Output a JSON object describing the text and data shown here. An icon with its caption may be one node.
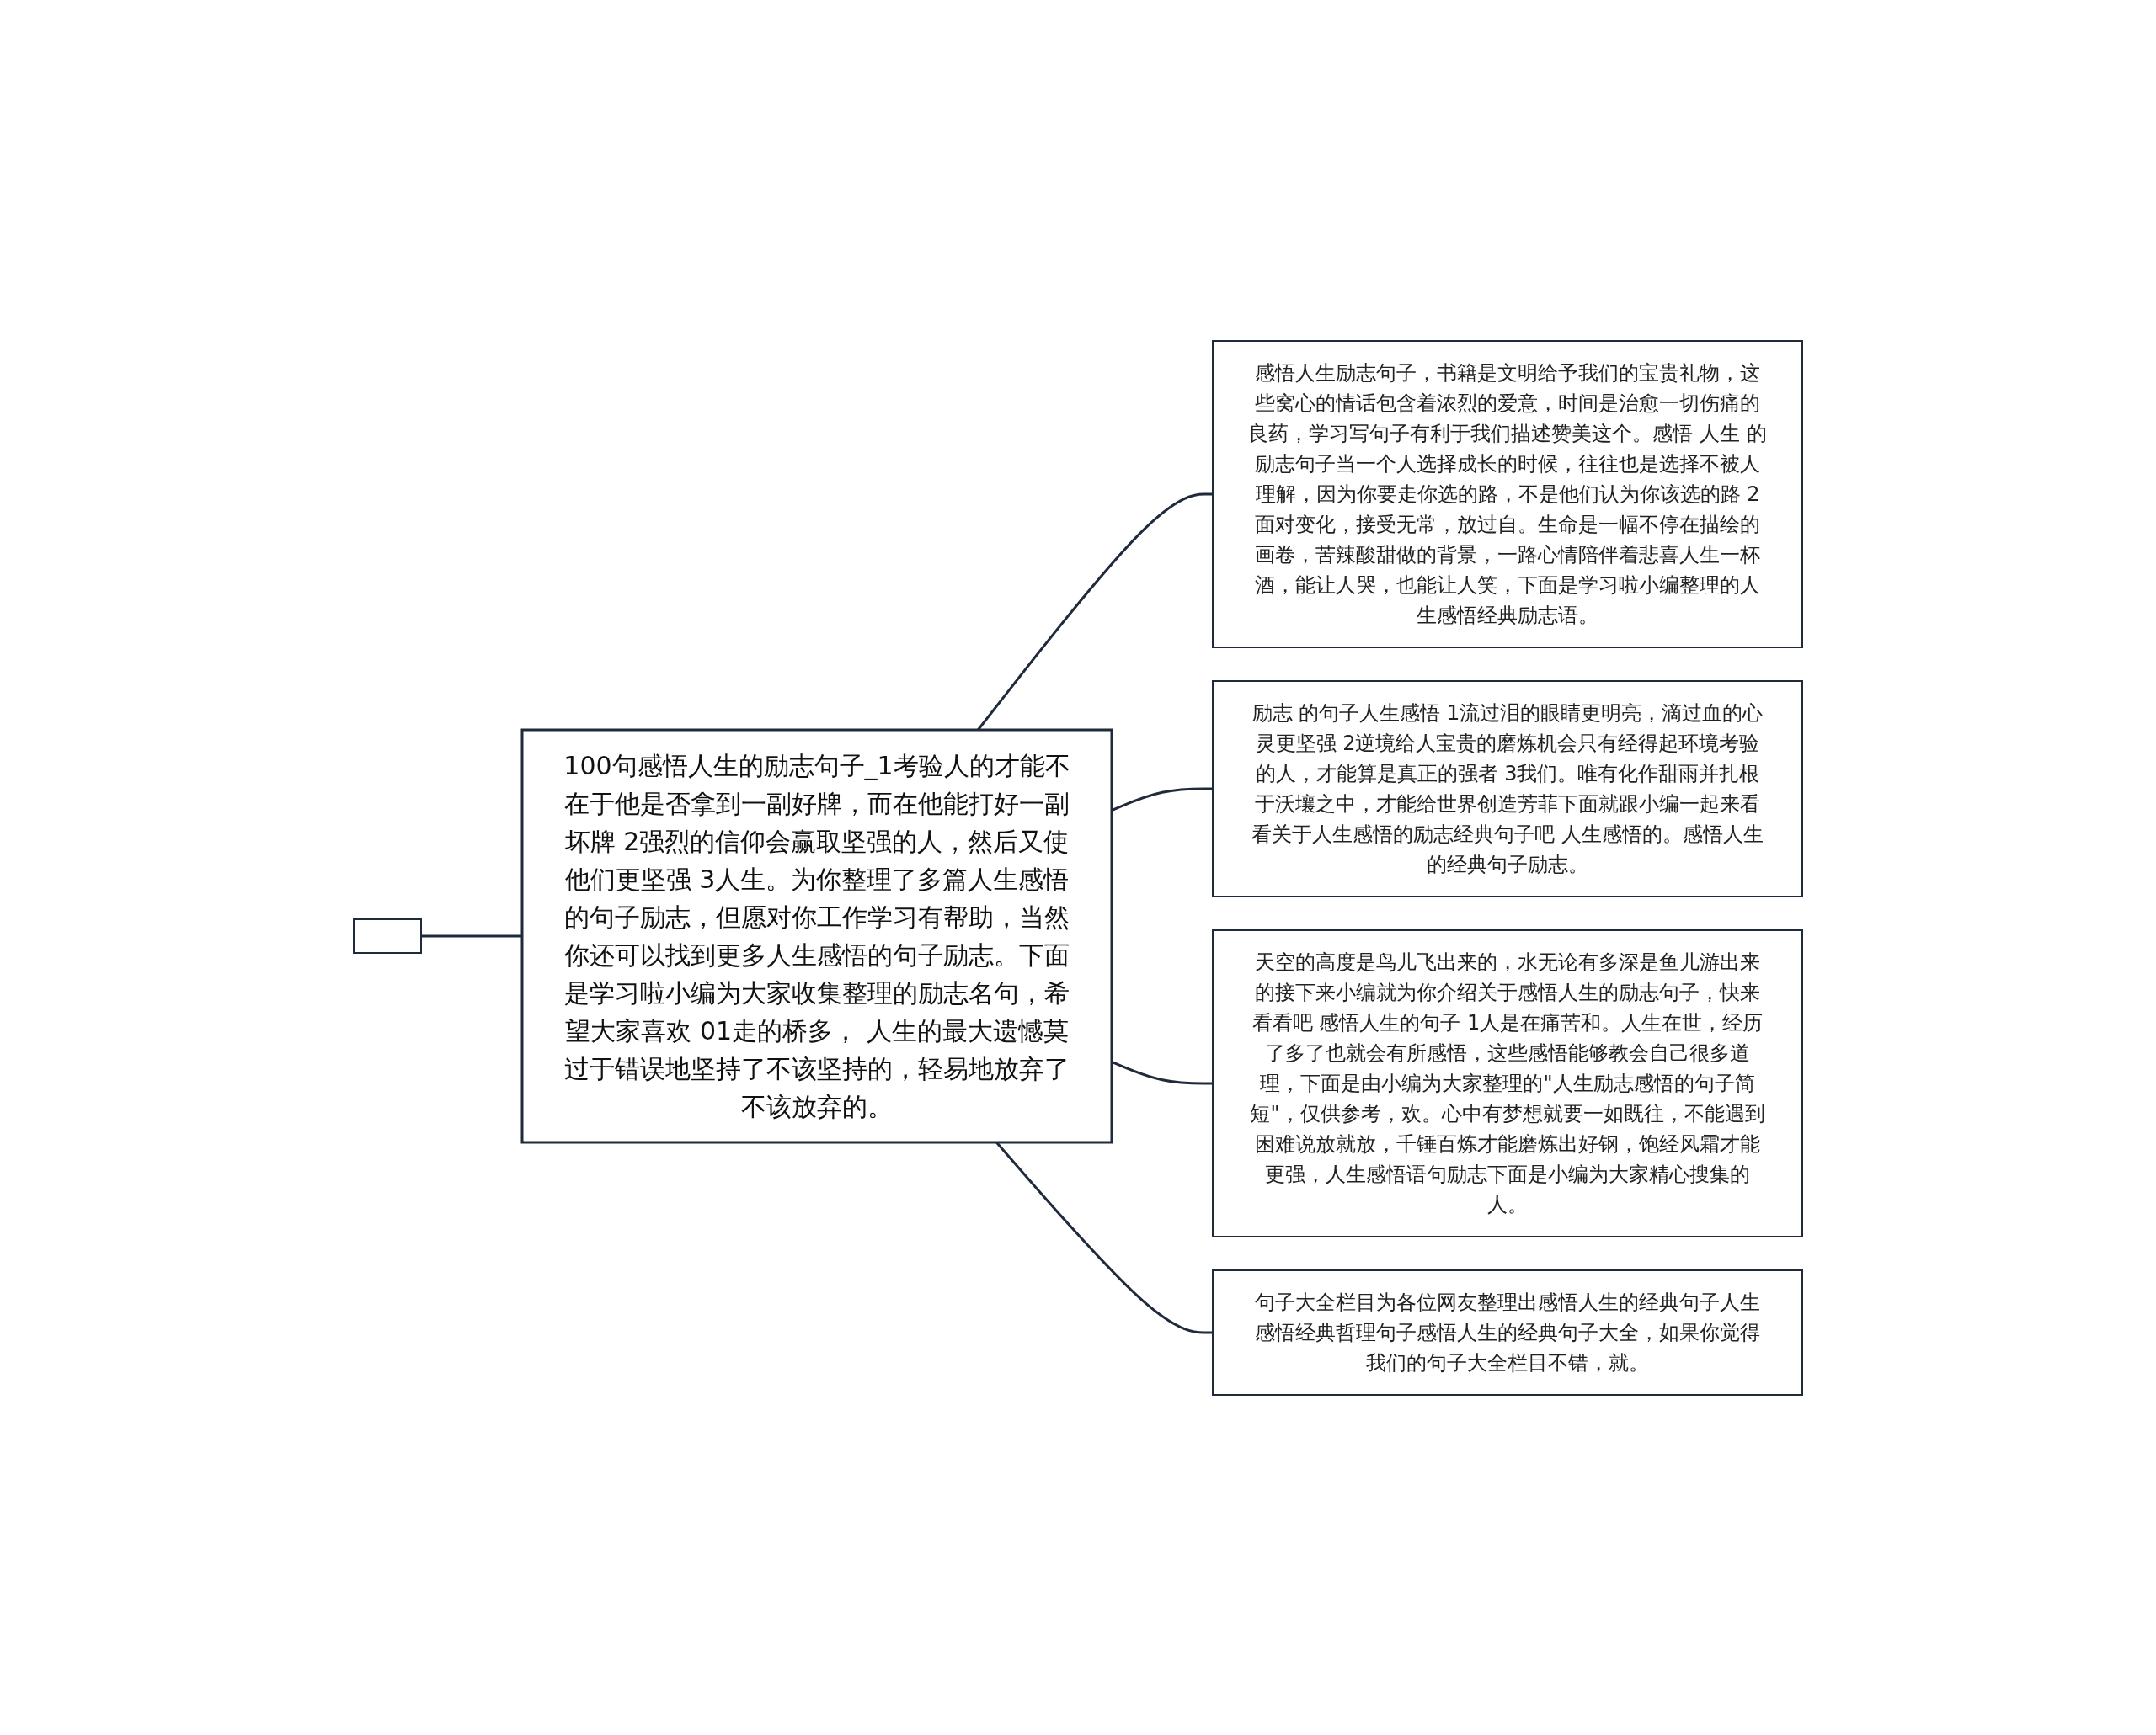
{
  "diagram": {
    "nodes": [
      {
        "text": [],
        "shape": "box"
      },
      {
        "text": [
          "100句感悟人生的励志句子_1考验人的才能不在于他是否拿到一副好牌，而在他能打好一副坏牌 2强烈的信仰会赢取坚强的人，然后又使他们更坚强 3人生。为你整理了多篇人生感悟的句子励志，但愿对你工作学习有帮助，当然你还可以找到更多人生感悟的句子励志。下面是学习啦小编为大家收集整理的励志名句，希望大家喜欢 01走的桥多， 人生的最大遗憾莫过于错误地坚持了不该坚持的，轻易地放弃了不该放弃的。"
        ]
      },
      {
        "text": [
          "感悟人生励志句子，书籍是文明给予我们的宝贵礼物，这些窝心的情话包含着浓烈的爱意，时间是治愈一切伤痛的良药，学习写句子有利于我们描述赞美这个。感悟 人生 的励志句子当一个人选择成长的时候，往往也是选择不被人理解，因为你要走你选的路，不是他们认为你该选的路 2面对变化，接受无常，放过自。生命是一幅不停在描绘的画卷，苦辣酸甜做的背景，一路心情陪伴着悲喜人生一杯酒，能让人哭，也能让人笑，下面是学习啦小编整理的人生感悟经典励志语。"
        ]
      },
      {
        "text": [
          "励志 的句子人生感悟 1流过泪的眼睛更明亮，滴过血的心灵更坚强 2逆境给人宝贵的磨炼机会只有经得起环境考验的人，才能算是真正的强者 3我们。唯有化作甜雨并扎根于沃壤之中，才能给世界创造芳菲下面就跟小编一起来看看关于人生感悟的励志经典句子吧 人生感悟的。感悟人生的经典句子励志。"
        ]
      },
      {
        "text": [
          "天空的高度是鸟儿飞出来的，水无论有多深是鱼儿游出来的接下来小编就为你介绍关于感悟人生的励志句子，快来看看吧 感悟人生的句子 1人是在痛苦和。人生在世，经历了多了也就会有所感悟，这些感悟能够教会自己很多道理，下面是由小编为大家整理的\"人生励志感悟的句子简短\"，仅供参考，欢。心中有梦想就要一如既往，不能遇到困难说放就放，千锤百炼才能磨炼出好钢，饱经风霜才能更强，人生感悟语句励志下面是小编为大家精心搜集的人。"
        ]
      },
      {
        "text": [
          "句子大全栏目为各位网友整理出感悟人生的经典句子人生感悟经典哲理句子感悟人生的经典句子大全，如果你觉得我们的句子大全栏目不错，就。"
        ]
      }
    ],
    "edges": [
      {
        "from": 0,
        "to": 1,
        "arrow": "none"
      },
      {
        "from": 1,
        "to": 2,
        "arrow": "none"
      },
      {
        "from": 1,
        "to": 3,
        "arrow": "none"
      },
      {
        "from": 1,
        "to": 4,
        "arrow": "none"
      },
      {
        "from": 1,
        "to": 5,
        "arrow": "none"
      }
    ]
  }
}
